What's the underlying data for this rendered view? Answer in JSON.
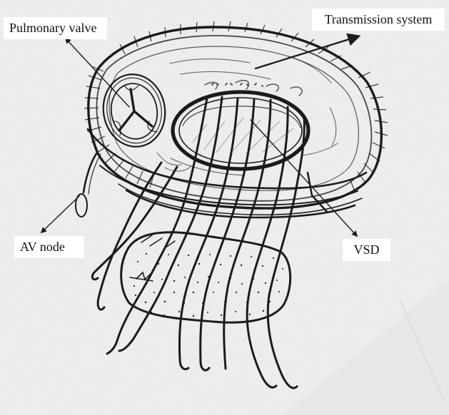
{
  "labels": {
    "pulmonary_valve": "Pulmonary valve",
    "transmission_system": "Transmission system",
    "av_node": "AV node",
    "vsd": "VSD"
  },
  "colors": {
    "paper": "#efefee",
    "ink": "#1b1b1b",
    "label_background": "#ffffff"
  }
}
